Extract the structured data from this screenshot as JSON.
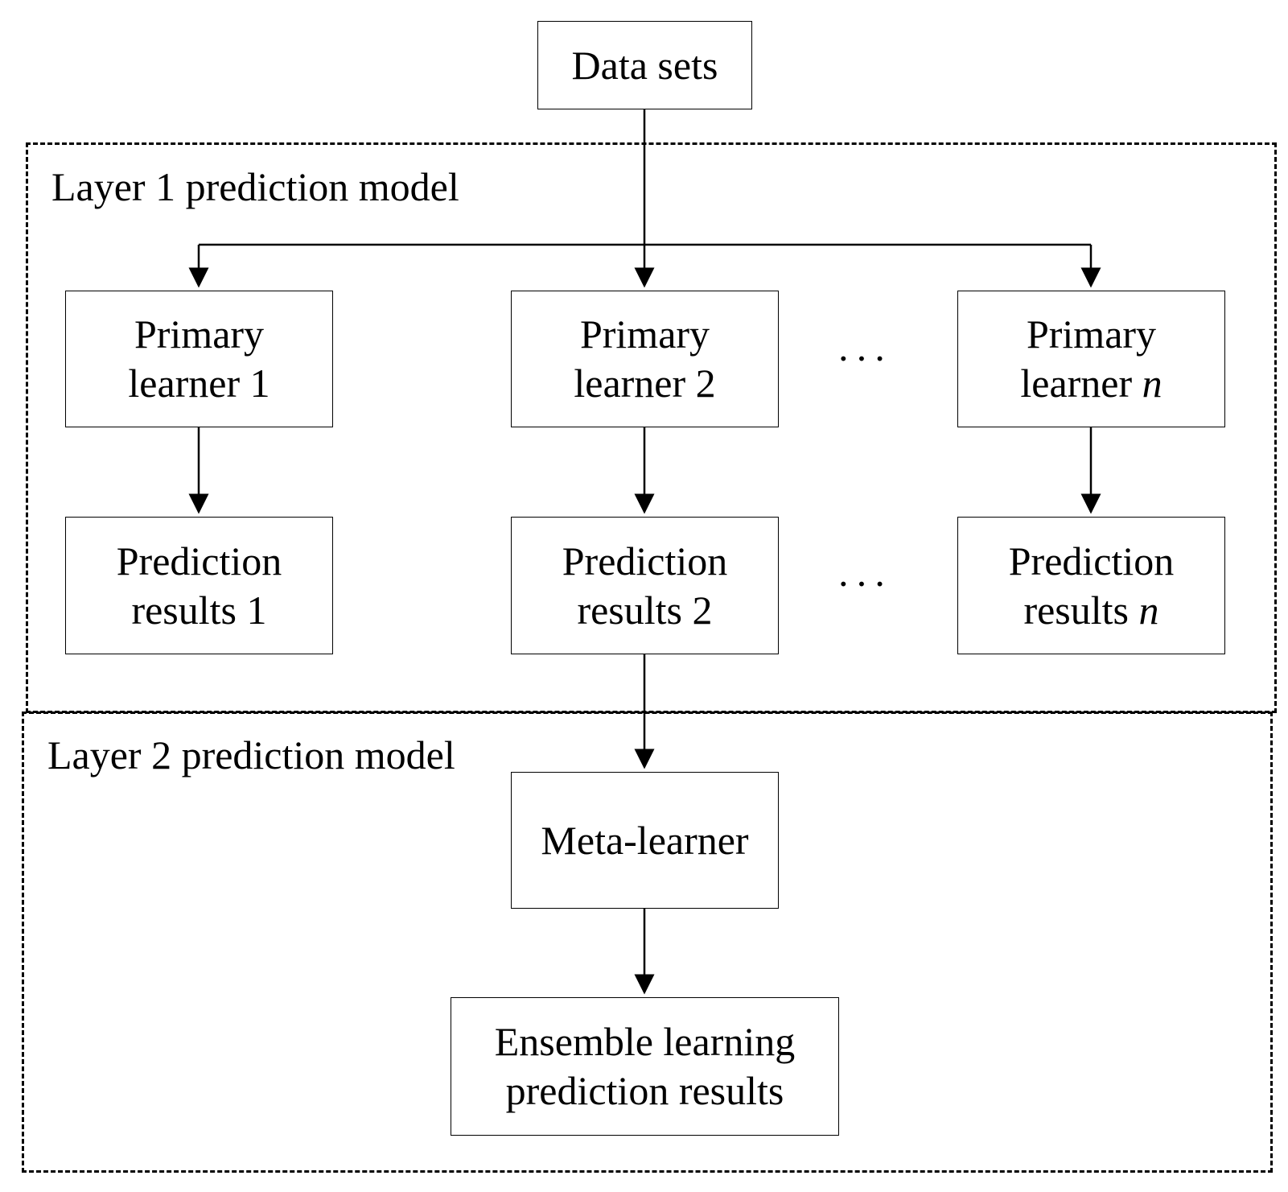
{
  "nodes": {
    "data_sets": "Data sets",
    "primary_learner_1": {
      "line1": "Primary",
      "line2": "learner 1"
    },
    "primary_learner_2": {
      "line1": "Primary",
      "line2": "learner 2"
    },
    "primary_learner_n": {
      "line1": "Primary",
      "line2_prefix": "learner ",
      "line2_var": "n"
    },
    "prediction_results_1": {
      "line1": "Prediction",
      "line2": "results 1"
    },
    "prediction_results_2": {
      "line1": "Prediction",
      "line2": "results 2"
    },
    "prediction_results_n": {
      "line1": "Prediction",
      "line2_prefix": "results ",
      "line2_var": "n"
    },
    "meta_learner": "Meta-learner",
    "ensemble_results": {
      "line1": "Ensemble learning",
      "line2": "prediction results"
    }
  },
  "regions": {
    "layer1_title": "Layer 1 prediction model",
    "layer2_title": "Layer 2 prediction model"
  },
  "ellipsis": {
    "learners": "···",
    "results": "···"
  },
  "edges": [
    {
      "from": "data_sets",
      "to": "primary_learner_1"
    },
    {
      "from": "data_sets",
      "to": "primary_learner_2"
    },
    {
      "from": "data_sets",
      "to": "primary_learner_n"
    },
    {
      "from": "primary_learner_1",
      "to": "prediction_results_1"
    },
    {
      "from": "primary_learner_2",
      "to": "prediction_results_2"
    },
    {
      "from": "primary_learner_n",
      "to": "prediction_results_n"
    },
    {
      "from": "prediction_results_2",
      "to": "meta_learner"
    },
    {
      "from": "meta_learner",
      "to": "ensemble_results"
    }
  ],
  "colors": {
    "stroke": "#000000",
    "background": "#ffffff"
  }
}
